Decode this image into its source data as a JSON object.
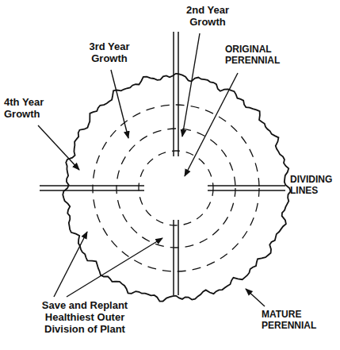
{
  "diagram": {
    "labels": [
      "2nd Year Growth",
      "3rd Year Growth",
      "4th Year Growth",
      "ORIGINAL PERENNIAL",
      "DIVIDING LINES",
      "MATURE PERENNIAL",
      "Save and Replant Healthiest Outer Division of Plant"
    ]
  }
}
